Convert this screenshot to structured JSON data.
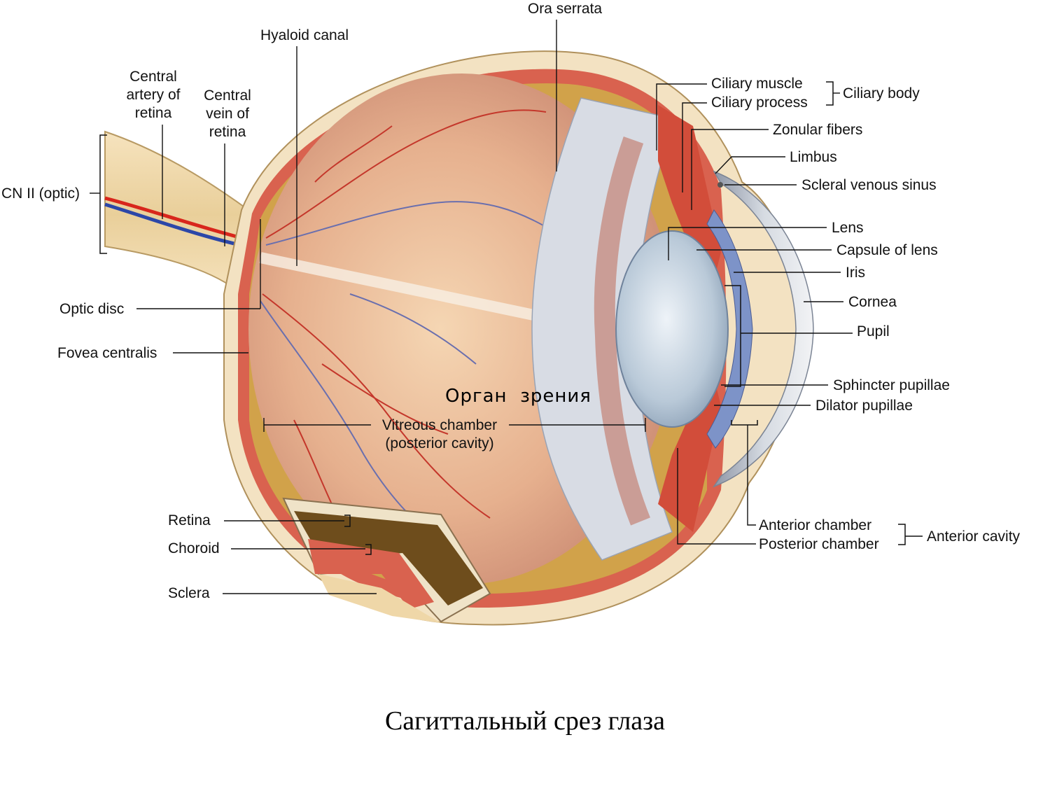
{
  "overlay_title": "Орган  зрения",
  "caption": "Сагиттальный срез глаза",
  "labels": {
    "ora_serrata": "Ora serrata",
    "hyaloid_canal": "Hyaloid canal",
    "central_artery_1": "Central",
    "central_artery_2": "artery of",
    "central_artery_3": "retina",
    "central_vein_1": "Central",
    "central_vein_2": "vein of",
    "central_vein_3": "retina",
    "cn2": "CN II (optic)",
    "optic_disc": "Optic disc",
    "fovea": "Fovea centralis",
    "vitreous_1": "Vitreous chamber",
    "vitreous_2": "(posterior cavity)",
    "retina": "Retina",
    "choroid": "Choroid",
    "sclera": "Sclera",
    "ciliary_muscle": "Ciliary muscle",
    "ciliary_process": "Ciliary process",
    "ciliary_body": "Ciliary body",
    "zonular": "Zonular fibers",
    "limbus": "Limbus",
    "scleral_sinus": "Scleral venous sinus",
    "lens": "Lens",
    "capsule": "Capsule of lens",
    "iris": "Iris",
    "cornea": "Cornea",
    "pupil": "Pupil",
    "sphincter": "Sphincter pupillae",
    "dilator": "Dilator pupillae",
    "anterior_chamber": "Anterior chamber",
    "posterior_chamber": "Posterior chamber",
    "anterior_cavity": "Anterior cavity"
  },
  "colors": {
    "sclera": "#f3e2c2",
    "choroid": "#d9624f",
    "retina_layer": "#c99a3a",
    "vitreous": "#e9b998",
    "lens": "#b9c9d8",
    "iris": "#7d93c8",
    "cornea": "#e7eaee",
    "artery": "#d8261c",
    "vein": "#2c47a8"
  }
}
